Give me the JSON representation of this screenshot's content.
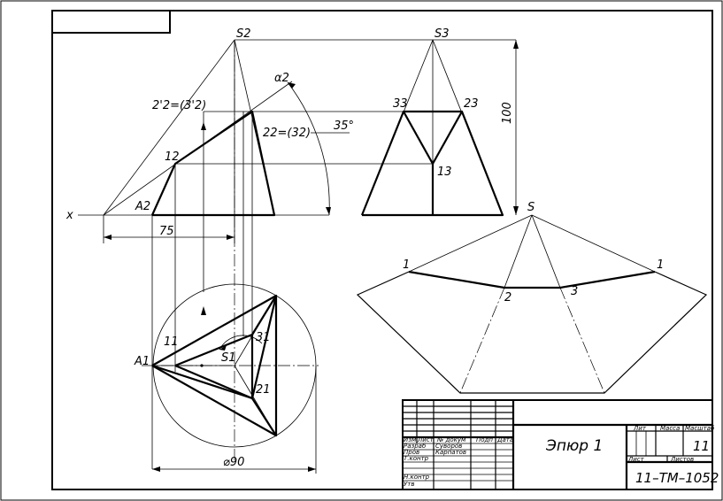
{
  "labels": {
    "s2": "S2",
    "s3": "S3",
    "a2": "A2",
    "alpha2": "α2",
    "pt1_2": "12",
    "pt2_2_left": "2'2=(3'2)",
    "pt2_2_right": "22=(32)",
    "pt3_3": "33",
    "pt2_3": "23",
    "pt1_3": "13",
    "s1": "S1",
    "a1": "A1",
    "pt1_1": "11",
    "pt2_1": "21",
    "pt3_1": "31",
    "x_axis": "x",
    "dev_s": "S",
    "dev_1_left": "1",
    "dev_1_right": "1",
    "dev_2": "2",
    "dev_3": "3"
  },
  "dimensions": {
    "offset": "75",
    "height": "100",
    "angle": "35°",
    "diameter": "⌀90"
  },
  "title_block": {
    "headers": [
      "Изм",
      "Лист",
      "№ докум",
      "Подп",
      "Дата"
    ],
    "roles": [
      "Разраб",
      "Пров",
      "Т.контр",
      "Н.контр",
      "Утв"
    ],
    "names": [
      "Суворов",
      "Карпатов"
    ],
    "title": "Эпюр 1",
    "col_lit": "Лит",
    "col_mass": "Масса",
    "col_scale": "Масштаб",
    "scale_value": "11",
    "sheet": "Лист",
    "sheets": "Листов",
    "doc_code": "11–ТМ–1052"
  }
}
